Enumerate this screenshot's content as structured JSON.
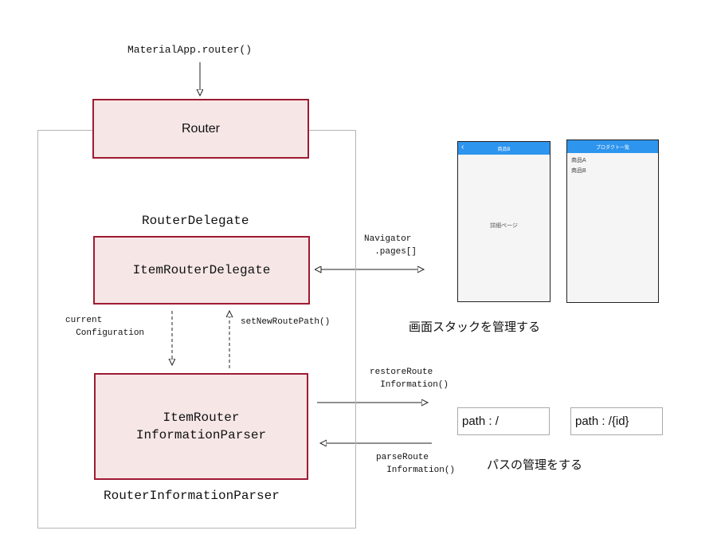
{
  "top_label": "MaterialApp.router()",
  "router_box": "Router",
  "router_delegate_label": "RouterDelegate",
  "item_router_delegate_box": "ItemRouterDelegate",
  "navigator_label": "Navigator\n  .pages[]",
  "current_config_label": "current\n  Configuration",
  "set_new_route_label": "setNewRoutePath()",
  "parser_box_line1": "ItemRouter",
  "parser_box_line2": "InformationParser",
  "router_info_parser_label": "RouterInformationParser",
  "restore_route_label": "restoreRoute\n  Information()",
  "parse_route_label": "parseRoute\n  Information()",
  "screen_stack_caption": "画面スタックを管理する",
  "path_caption": "パスの管理をする",
  "path_root": "path : /",
  "path_id": "path : /{id}",
  "phone1": {
    "title": "商品B",
    "back_icon": "chevron-left-icon",
    "body_text": "詳細ページ"
  },
  "phone2": {
    "title": "プロダクト一覧",
    "items": [
      "商品A",
      "商品B"
    ]
  },
  "colors": {
    "box_fill": "#f6e6e6",
    "box_border": "#9e1b32",
    "appbar": "#2e95ee"
  }
}
